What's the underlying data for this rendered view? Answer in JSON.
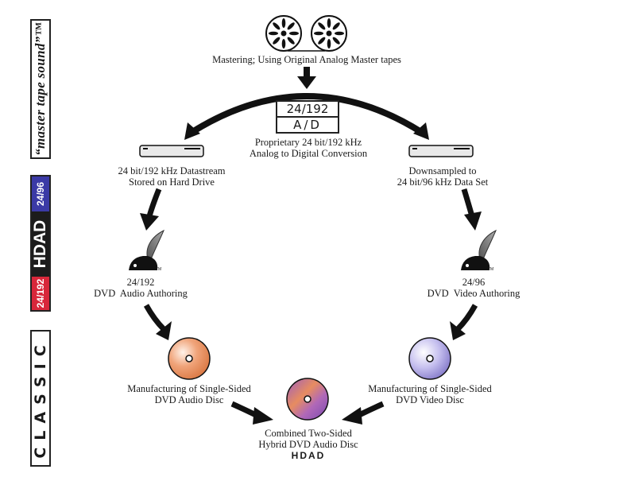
{
  "sidebar": {
    "master_tape_sound": "“master tape sound”™",
    "hdad": {
      "left_rate": "24/192",
      "brand": "HDAD",
      "right_rate": "24/96",
      "left_color": "#d8273a",
      "center_color": "#1c1c1c",
      "right_color": "#3b3aa6"
    },
    "classic": "CLASSIC"
  },
  "nodes": {
    "mastering": {
      "label": "Mastering; Using Original Analog Master tapes",
      "icon": "tape-reels-icon"
    },
    "ad_converter": {
      "line1": "24/192",
      "line2": "A/D",
      "caption1": "Proprietary 24 bit/192 kHz",
      "caption2": "Analog to Digital Conversion"
    },
    "hard_drive_left": {
      "line1": "24 bit/192 kHz Datastream",
      "line2": "Stored on Hard Drive",
      "icon": "hard-drive-icon"
    },
    "hard_drive_right": {
      "line1": "Downsampled to",
      "line2": "24 bit/96 kHz Data Set",
      "icon": "hard-drive-icon"
    },
    "authoring_left": {
      "line1": "24/192",
      "line2": "DVD  Audio Authoring",
      "icon": "quill-inkwell-icon",
      "tm": "TM"
    },
    "authoring_right": {
      "line1": "24/96",
      "line2": "DVD  Video Authoring",
      "icon": "quill-inkwell-icon",
      "tm": "TM"
    },
    "disc_left": {
      "line1": "Manufacturing of Single-Sided",
      "line2": "DVD Audio Disc",
      "icon": "disc-icon",
      "color": "#e8865a"
    },
    "disc_right": {
      "line1": "Manufacturing of Single-Sided",
      "line2": "DVD Video Disc",
      "icon": "disc-icon",
      "color": "#9a92d8"
    },
    "disc_combined": {
      "line1": "Combined Two-Sided",
      "line2": "Hybrid DVD Audio Disc",
      "line3": "HDAD",
      "icon": "disc-icon",
      "color_a": "#a45cc0",
      "color_b": "#e9905a"
    }
  }
}
